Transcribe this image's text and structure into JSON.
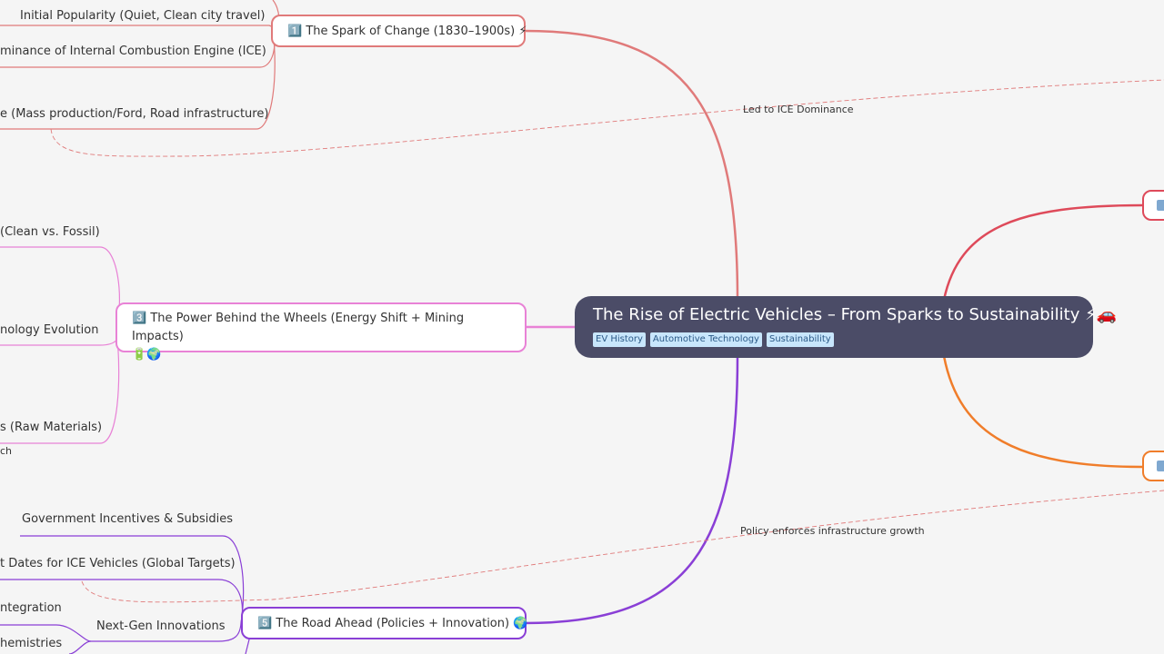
{
  "central": {
    "title": "The Rise of Electric Vehicles – From Sparks to Sustainability ⚡🚗",
    "labels": [
      "EV History",
      "Automotive Technology",
      "Sustainability"
    ]
  },
  "branches": {
    "spark": "1️⃣ The Spark of Change (1830–1900s) ⚡",
    "power_line1": "3️⃣ The Power Behind the Wheels (Energy Shift + Mining Impacts)",
    "power_line2": "🔋🌍",
    "road": "5️⃣ The Road Ahead (Policies + Innovation) 🌍"
  },
  "spark_children": [
    "Initial Popularity (Quiet, Clean city travel)",
    "minance of Internal Combustion Engine (ICE)",
    "e (Mass production/Ford, Road infrastructure)"
  ],
  "power_children": [
    "(Clean vs. Fossil)",
    "nology Evolution",
    "s (Raw Materials)",
    "ch"
  ],
  "road_children": [
    "Government Incentives & Subsidies",
    "t Dates for ICE Vehicles (Global Targets)",
    "Next-Gen Innovations",
    "ntegration",
    "hemistries"
  ],
  "relationships": [
    "Led to ICE Dominance",
    "Policy enforces infrastructure growth"
  ],
  "colors": {
    "background": "#f5f5f5",
    "central": "#4b4c67",
    "spark": "#e07a7a",
    "power": "#e882d6",
    "road": "#8a3fd6",
    "branch2": "#de4a5a",
    "branch4": "#f07d2a",
    "label_bg": "#c8e6fc"
  }
}
